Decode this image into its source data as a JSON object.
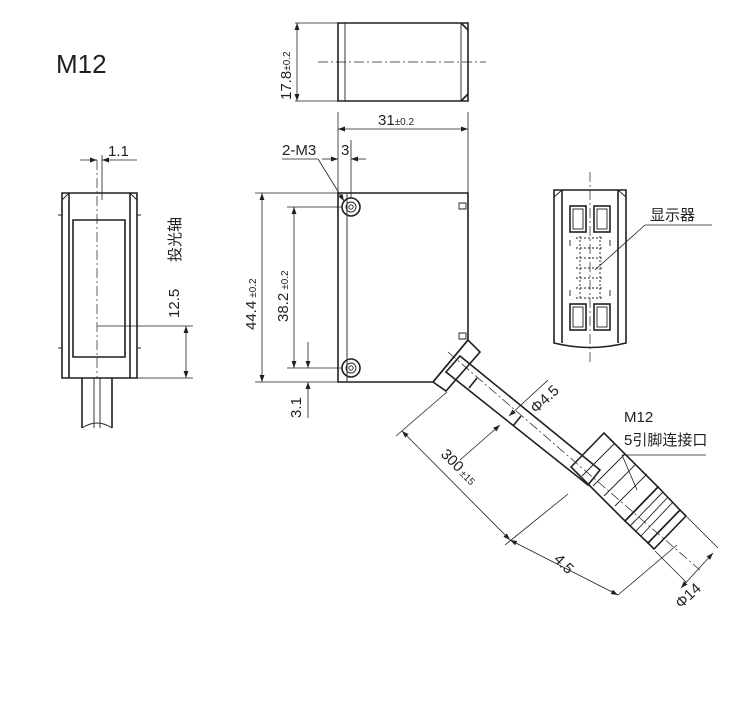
{
  "title": "M12",
  "dims": {
    "top_height": "17.8",
    "top_height_tol": "±0.2",
    "width": "31",
    "width_tol": "±0.2",
    "hole_label": "2-M3",
    "hole_offset": "3",
    "side_offset": "1.1",
    "axis_label": "投光轴",
    "axis_height": "12.5",
    "height": "44.4",
    "height_tol": "±0.2",
    "hole_pitch": "38.2",
    "hole_pitch_tol": "±0.2",
    "bottom_offset": "3.1",
    "cable_dia": "Φ4.5",
    "cable_len": "300",
    "cable_len_tol": "±15",
    "connector_len": "4.5",
    "connector_dia": "Φ14"
  },
  "labels": {
    "display": "显示器",
    "connector_line1": "M12",
    "connector_line2": "5引脚连接口"
  }
}
